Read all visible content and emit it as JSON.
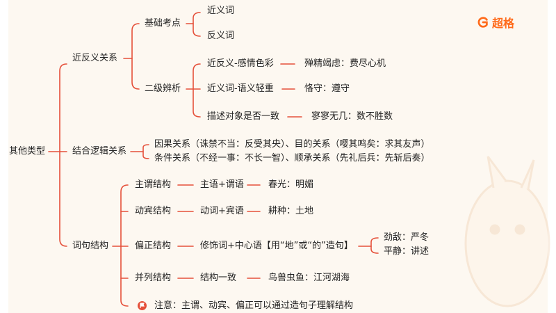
{
  "brand": {
    "name": "超格",
    "color": "#ff6a1a"
  },
  "line_color": "#e5503a",
  "root": "其他类型",
  "level1": [
    "近反义关系",
    "结合逻辑关系",
    "词句结构"
  ],
  "basic": {
    "label": "基础考点",
    "items": [
      "近义词",
      "反义词"
    ]
  },
  "secondary": {
    "label": "二级辨析",
    "items": [
      {
        "text": "近反义-感情色彩",
        "example": "殚精竭虑：费尽心机"
      },
      {
        "text": "近义词-语义轻重",
        "example": "恪守：遵守"
      },
      {
        "text": "描述对象是否一致",
        "example": "寥寥无几：数不胜数"
      }
    ]
  },
  "logic": [
    "因果关系（诛禁不当：反受其央）、目的关系（嘤其鸣矣：求其友声）",
    "条件关系（不经一事：不长一智）、顺承关系（先礼后兵：先斩后奏）"
  ],
  "structures": [
    {
      "name": "主谓结构",
      "form": "主语+谓语",
      "example": "春光：明媚"
    },
    {
      "name": "动宾结构",
      "form": "动词+宾语",
      "example": "耕种：土地"
    },
    {
      "name": "偏正结构",
      "form": "修饰词+中心语【用“地”或“的”造句】",
      "examples": [
        "劲敌：严冬",
        "平静：讲述"
      ]
    },
    {
      "name": "并列结构",
      "form": "结构一致",
      "example": "鸟兽虫鱼：江河湖海"
    }
  ],
  "note": "注意：主谓、动宾、偏正可以通过造句子理解结构"
}
